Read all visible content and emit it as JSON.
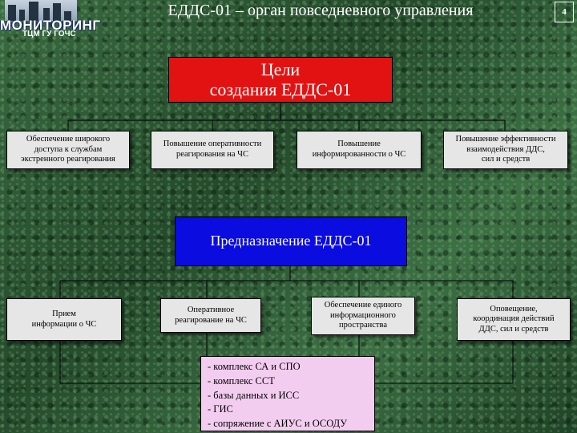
{
  "header": {
    "logo_text": "МОНИТОРИНГ",
    "logo_sub": "ТЦМ ГУ ГОЧС",
    "title": "ЕДДС-01 – орган повседневного управления",
    "page_number": "4"
  },
  "goals": {
    "title_line1": "Цели",
    "title_line2": "создания ЕДДС-01",
    "items": [
      {
        "line1": "Обеспечение широкого",
        "line2": "доступа к службам",
        "line3": "экстренного реагирования"
      },
      {
        "line1": "Повышение оперативности",
        "line2": "реагирования на ЧС",
        "line3": ""
      },
      {
        "line1": "Повышение",
        "line2": "информированности о ЧС",
        "line3": ""
      },
      {
        "line1": "Повышение эффективности",
        "line2": "взаимодействия ДДС,",
        "line3": "сил и средств"
      }
    ]
  },
  "purpose": {
    "title": "Предназначение ЕДДС-01",
    "items": [
      {
        "line1": "Прием",
        "line2": "информации о ЧС",
        "line3": ""
      },
      {
        "line1": "Оперативное",
        "line2": "реагирование на ЧС",
        "line3": ""
      },
      {
        "line1": "Обеспечение единого",
        "line2": "информационного",
        "line3": "пространства"
      },
      {
        "line1": "Оповещение,",
        "line2": "координация действий",
        "line3": "ДДС, сил и средств"
      }
    ]
  },
  "details": [
    "- комплекс СА и СПО",
    "- комплекс ССТ",
    "- базы данных и ИСС",
    "- ГИС",
    "- сопряжение с АИУС и ОСОДУ"
  ],
  "colors": {
    "goals_box": "#e31212",
    "purpose_box": "#0a0ce0",
    "item_box": "#e6e6e6",
    "details_box": "#f3cdf0",
    "connector": "#000000"
  }
}
